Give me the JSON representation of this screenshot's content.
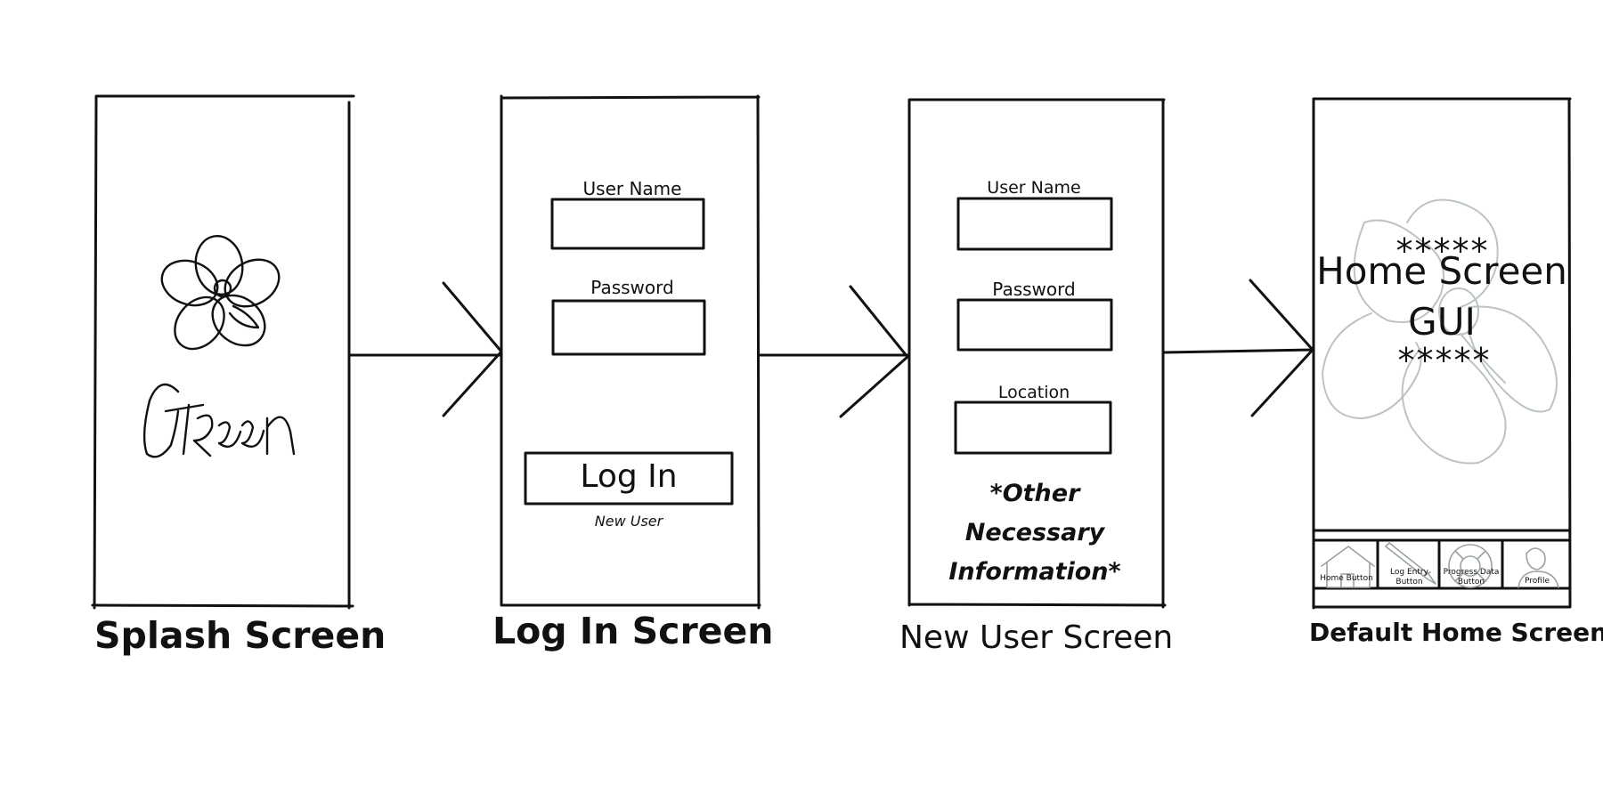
{
  "splash": {
    "caption": "Splash Screen",
    "logo_word": "GREEN"
  },
  "login": {
    "caption": "Log In Screen",
    "username_label": "User Name",
    "password_label": "Password",
    "login_button": "Log In",
    "new_user_link": "New User"
  },
  "new_user": {
    "caption": "New User Screen",
    "username_label": "User Name",
    "password_label": "Password",
    "location_label": "Location",
    "note": "*Other Necessary Information*"
  },
  "home": {
    "caption": "Default Home Screen",
    "stars_top": "*****",
    "title": "Home Screen",
    "subtitle": "GUI",
    "stars_bottom": "*****",
    "nav": [
      {
        "label": "Home Button",
        "icon": "house-icon"
      },
      {
        "label": "Log Entry Button",
        "icon": "pencil-icon"
      },
      {
        "label": "Progress Data Button",
        "icon": "lifebuoy-icon"
      },
      {
        "label": "Profile",
        "icon": "person-icon"
      }
    ]
  }
}
